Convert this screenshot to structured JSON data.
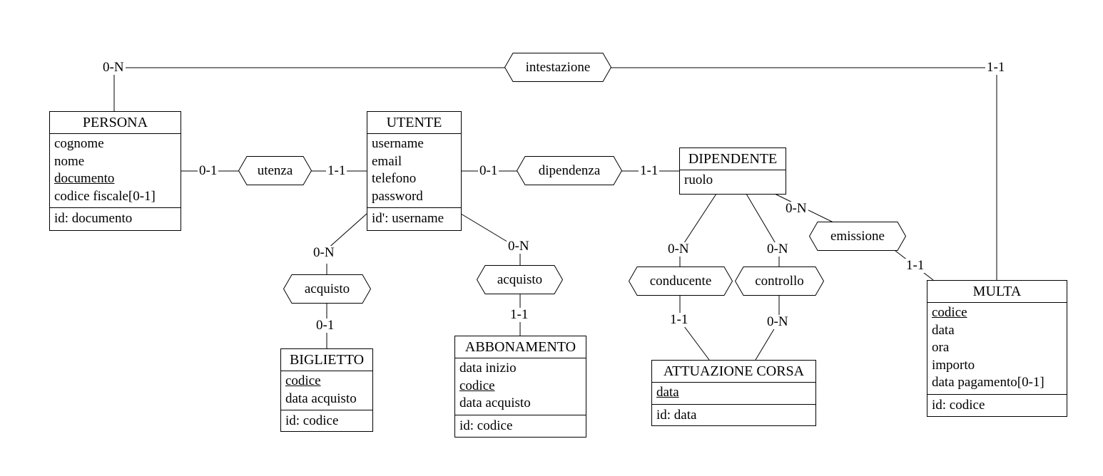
{
  "entities": {
    "persona": {
      "name": "PERSONA",
      "attributes": [
        "cognome",
        "nome",
        "documento",
        "codice fiscale[0-1]"
      ],
      "identifier": "id: documento"
    },
    "utente": {
      "name": "UTENTE",
      "attributes": [
        "username",
        "email",
        "telefono",
        "password"
      ],
      "identifier": "id': username"
    },
    "dipendente": {
      "name": "DIPENDENTE",
      "attributes": [
        "ruolo"
      ]
    },
    "biglietto": {
      "name": "BIGLIETTO",
      "attributes": [
        "codice",
        "data acquisto"
      ],
      "identifier": "id: codice"
    },
    "abbonamento": {
      "name": "ABBONAMENTO",
      "attributes": [
        "data inizio",
        "codice",
        "data acquisto"
      ],
      "identifier": "id: codice"
    },
    "attuazione": {
      "name": "ATTUAZIONE CORSA",
      "attributes": [
        "data"
      ],
      "identifier": "id: data"
    },
    "multa": {
      "name": "MULTA",
      "attributes": [
        "codice",
        "data",
        "ora",
        "importo",
        "data pagamento[0-1]"
      ],
      "identifier": "id: codice"
    }
  },
  "relationships": {
    "intestazione": "intestazione",
    "utenza": "utenza",
    "dipendenza": "dipendenza",
    "emissione": "emissione",
    "acquisto_biglietto": "acquisto",
    "acquisto_abbonamento": "acquisto",
    "conducente": "conducente",
    "controllo": "controllo"
  },
  "cardinalities": {
    "intestazione_persona": "0-N",
    "intestazione_multa": "1-1",
    "utenza_persona": "0-1",
    "utenza_utente": "1-1",
    "dipendenza_utente": "0-1",
    "dipendenza_dipendente": "1-1",
    "emissione_dipendente": "0-N",
    "emissione_multa": "1-1",
    "acquisto_biglietto_utente": "0-N",
    "acquisto_biglietto_biglietto": "0-1",
    "acquisto_abbonamento_utente": "0-N",
    "acquisto_abbonamento_abbonamento": "1-1",
    "conducente_dipendente": "0-N",
    "conducente_attuazione": "1-1",
    "controllo_dipendente": "0-N",
    "controllo_attuazione": "0-N"
  }
}
